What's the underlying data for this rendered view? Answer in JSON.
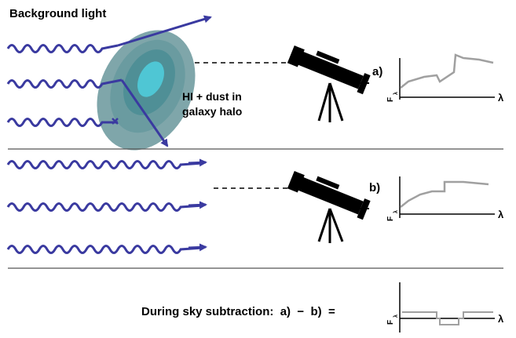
{
  "labels": {
    "background_light": "Background light",
    "halo_line1": "HI + dust in",
    "halo_line2": "galaxy halo",
    "panel_a": "a)",
    "panel_b": "b)",
    "equation": "During sky subtraction:  a)  −  b)  ="
  },
  "axes": {
    "flux_label": "F",
    "flux_subscript": "λ",
    "wavelength_label": "λ"
  },
  "colors": {
    "wave": "#3a3aa0",
    "spectrum": "#a0a0a0",
    "halo_outer": "#6f9ea3",
    "halo_inner": "#4fc6d4",
    "divider": "#555555"
  }
}
